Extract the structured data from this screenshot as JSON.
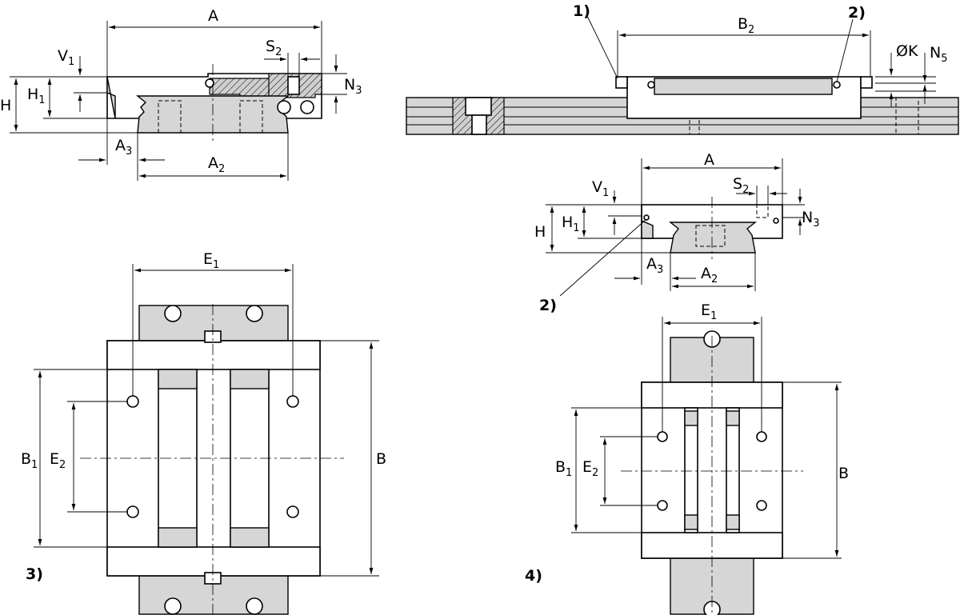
{
  "labels": {
    "tl_A": "A",
    "tl_V": "V",
    "tl_V_sub": "1",
    "tl_S": "S",
    "tl_S_sub": "2",
    "tl_N": "N",
    "tl_N_sub": "3",
    "tl_H": "H",
    "tl_H1": "H",
    "tl_H1_sub": "1",
    "tl_A3": "A",
    "tl_A3_sub": "3",
    "tl_A2": "A",
    "tl_A2_sub": "2",
    "tr_B": "B",
    "tr_B_sub": "2",
    "tr_K": "ØK",
    "tr_N5": "N",
    "tr_N5_sub": "5",
    "mr_A": "A",
    "mr_V": "V",
    "mr_V_sub": "1",
    "mr_S": "S",
    "mr_S_sub": "2",
    "mr_N": "N",
    "mr_N_sub": "3",
    "mr_H": "H",
    "mr_H1": "H",
    "mr_H1_sub": "1",
    "mr_A3": "A",
    "mr_A3_sub": "3",
    "mr_A2": "A",
    "mr_A2_sub": "2",
    "bl_E": "E",
    "bl_E_sub": "1",
    "bl_B": "B",
    "bl_B1": "B",
    "bl_B1_sub": "1",
    "bl_E2": "E",
    "bl_E2_sub": "2",
    "br_E": "E",
    "br_E_sub": "1",
    "br_B": "B",
    "br_B1": "B",
    "br_B1_sub": "1",
    "br_E2": "E",
    "br_E2_sub": "2"
  },
  "notes": {
    "n1": "1)",
    "n2_top": "2)",
    "n2_mid": "2)",
    "n3": "3)",
    "n4": "4)"
  }
}
